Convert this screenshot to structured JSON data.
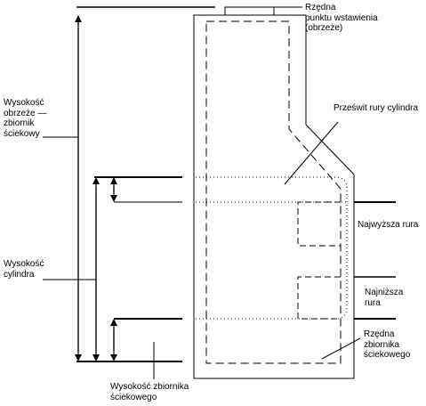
{
  "labels": {
    "rim_insertion_elevation": "Rzędna\npunktu wstawienia\n(obrzeże)",
    "rim_to_sump_height": "Wysokość\nobrzeże —\nzbiornik\nściekowy",
    "cylinder_pipe_clearance": "Prześwit rury cylindra",
    "highest_pipe": "Najwyższa rura",
    "lowest_pipe": "Najniższa\nrura",
    "cylinder_height": "Wysokość\ncylindra",
    "sump_elevation": "Rzędna\nzbiornika\nściekowego",
    "sump_height": "Wysokość zbiornika\nściekowego"
  }
}
